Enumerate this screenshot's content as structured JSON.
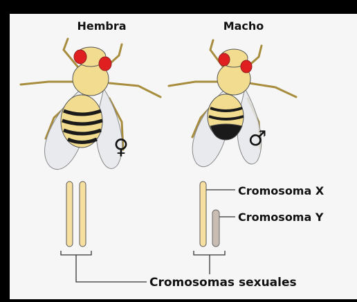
{
  "labels": {
    "female": "Hembra",
    "male": "Macho",
    "female_symbol": "♀",
    "male_symbol": "♂",
    "chromosome_x": "Cromosoma X",
    "chromosome_y": "Cromosoma Y",
    "sex_chromosomes": "Cromosomas sexuales"
  },
  "colors": {
    "frame": "#000000",
    "background": "#f5f6f5",
    "body": "#f2dc8f",
    "stripe": "#1a1a1a",
    "eye": "#e02020",
    "wing": "#e6e8ec",
    "chromosome_x": "#f7dfa0",
    "chromosome_y": "#c9bdb3",
    "line": "#333333"
  }
}
